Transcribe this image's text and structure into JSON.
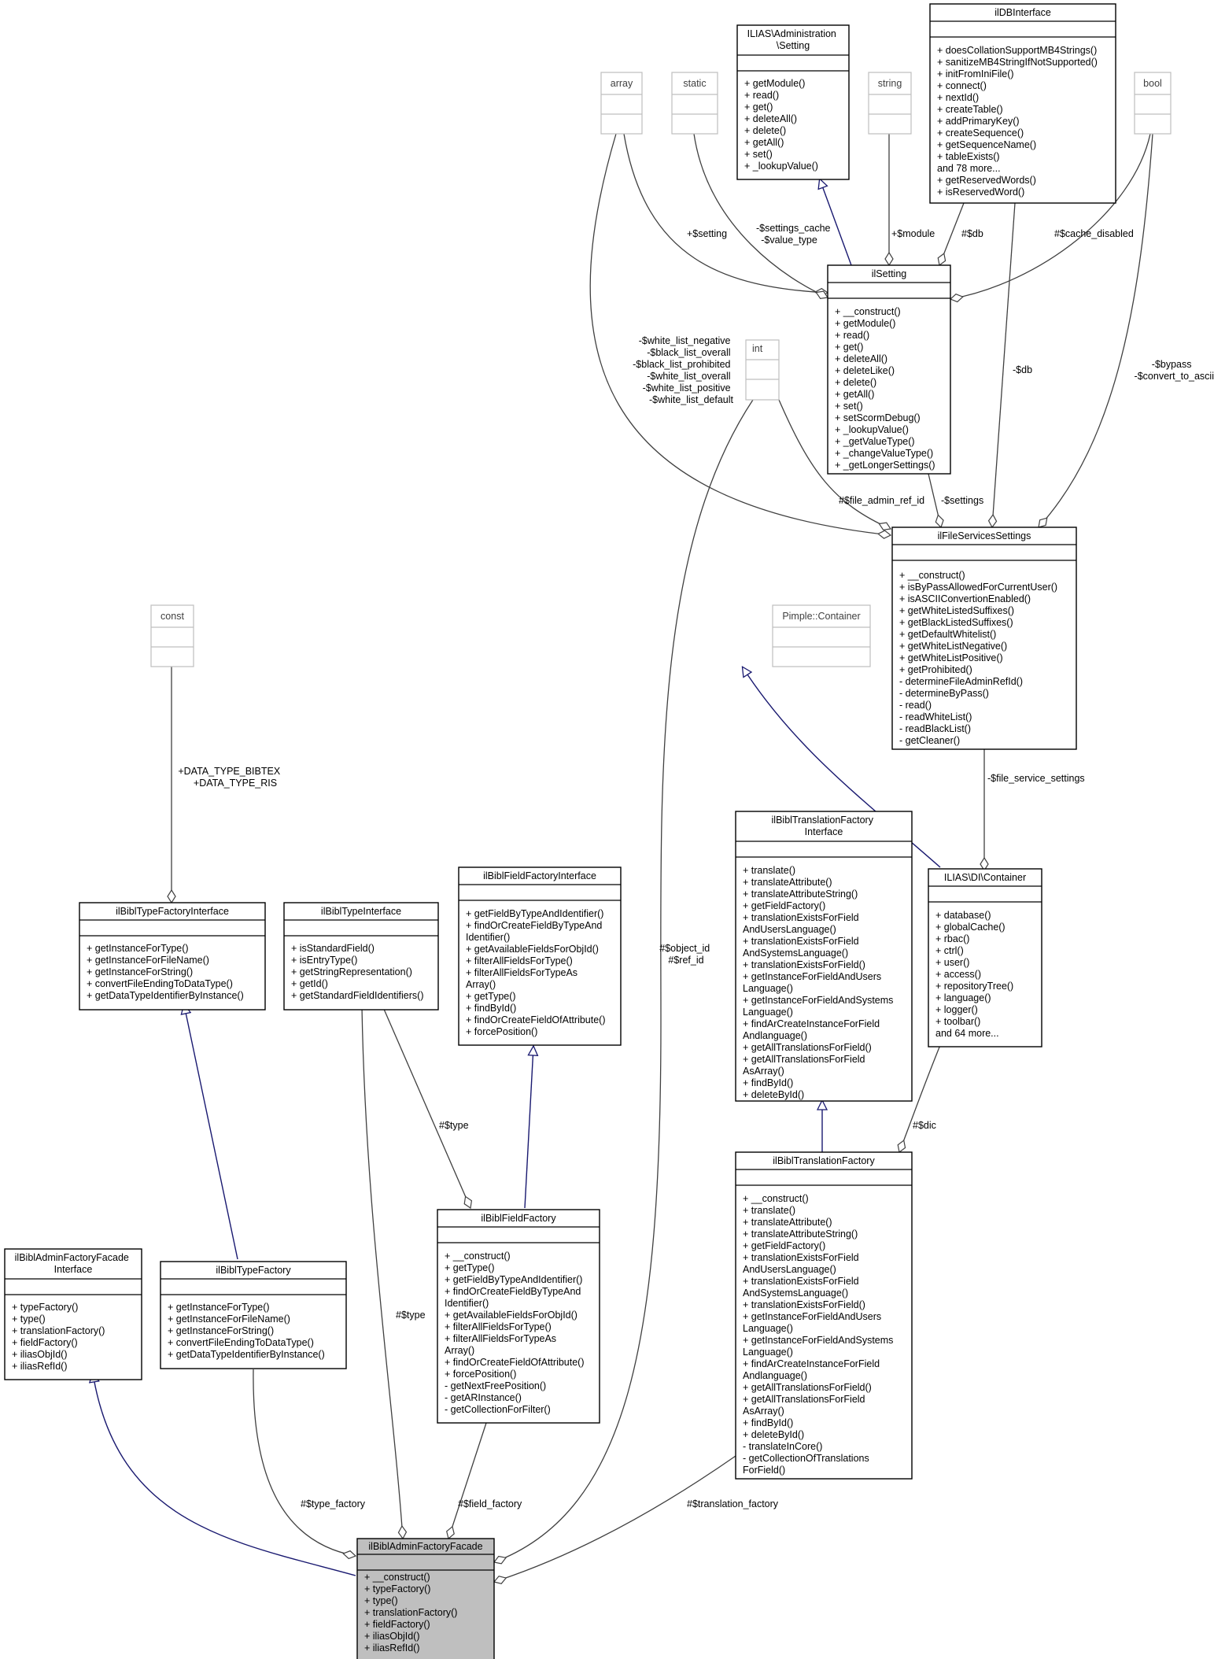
{
  "classes": {
    "facade": {
      "name": [
        "ilBiblAdminFactoryFacade"
      ],
      "attrs": [],
      "methods": [
        "+ __construct()",
        "+ typeFactory()",
        "+ type()",
        "+ translationFactory()",
        "+ fieldFactory()",
        "+ iliasObjId()",
        "+ iliasRefId()"
      ]
    },
    "facade_interface": {
      "name": [
        "ilBiblAdminFactoryFacade",
        "Interface"
      ],
      "attrs": [],
      "methods": [
        "+ typeFactory()",
        "+ type()",
        "+ translationFactory()",
        "+ fieldFactory()",
        "+ iliasObjId()",
        "+ iliasRefId()"
      ]
    },
    "type_factory": {
      "name": [
        "ilBiblTypeFactory"
      ],
      "attrs": [],
      "methods": [
        "+ getInstanceForType()",
        "+ getInstanceForFileName()",
        "+ getInstanceForString()",
        "+ convertFileEndingToDataType()",
        "+ getDataTypeIdentifierByInstance()"
      ]
    },
    "type_factory_interface": {
      "name": [
        "ilBiblTypeFactoryInterface"
      ],
      "attrs": [],
      "methods": [
        "+ getInstanceForType()",
        "+ getInstanceForFileName()",
        "+ getInstanceForString()",
        "+ convertFileEndingToDataType()",
        "+ getDataTypeIdentifierByInstance()"
      ]
    },
    "const": {
      "name": [
        "const"
      ],
      "attrs": [],
      "methods": []
    },
    "type_interface": {
      "name": [
        "ilBiblTypeInterface"
      ],
      "attrs": [],
      "methods": [
        "+ isStandardField()",
        "+ isEntryType()",
        "+ getStringRepresentation()",
        "+ getId()",
        "+ getStandardFieldIdentifiers()"
      ]
    },
    "field_factory_interface": {
      "name": [
        "ilBiblFieldFactoryInterface"
      ],
      "attrs": [],
      "methods": [
        "+ getFieldByTypeAndIdentifier()",
        "+ findOrCreateFieldByTypeAnd",
        "Identifier()",
        "+ getAvailableFieldsForObjId()",
        "+ filterAllFieldsForType()",
        "+ filterAllFieldsForTypeAs",
        "Array()",
        "+ getType()",
        "+ findById()",
        "+ findOrCreateFieldOfAttribute()",
        "+ forcePosition()"
      ]
    },
    "field_factory": {
      "name": [
        "ilBiblFieldFactory"
      ],
      "attrs": [],
      "methods": [
        "+ __construct()",
        "+ getType()",
        "+ getFieldByTypeAndIdentifier()",
        "+ findOrCreateFieldByTypeAnd",
        "Identifier()",
        "+ getAvailableFieldsForObjId()",
        "+ filterAllFieldsForType()",
        "+ filterAllFieldsForTypeAs",
        "Array()",
        "+ findOrCreateFieldOfAttribute()",
        "+ forcePosition()",
        "- getNextFreePosition()",
        "- getARInstance()",
        "- getCollectionForFilter()"
      ]
    },
    "translation_factory_interface": {
      "name": [
        "ilBiblTranslationFactory",
        "Interface"
      ],
      "attrs": [],
      "methods": [
        "+ translate()",
        "+ translateAttribute()",
        "+ translateAttributeString()",
        "+ getFieldFactory()",
        "+ translationExistsForField",
        "AndUsersLanguage()",
        "+ translationExistsForField",
        "AndSystemsLanguage()",
        "+ translationExistsForField()",
        "+ getInstanceForFieldAndUsers",
        "Language()",
        "+ getInstanceForFieldAndSystems",
        "Language()",
        "+ findArCreateInstanceForField",
        "Andlanguage()",
        "+ getAllTranslationsForField()",
        "+ getAllTranslationsForField",
        "AsArray()",
        "+ findById()",
        "+ deleteById()"
      ]
    },
    "translation_factory": {
      "name": [
        "ilBiblTranslationFactory"
      ],
      "attrs": [],
      "methods": [
        "+ __construct()",
        "+ translate()",
        "+ translateAttribute()",
        "+ translateAttributeString()",
        "+ getFieldFactory()",
        "+ translationExistsForField",
        "AndUsersLanguage()",
        "+ translationExistsForField",
        "AndSystemsLanguage()",
        "+ translationExistsForField()",
        "+ getInstanceForFieldAndUsers",
        "Language()",
        "+ getInstanceForFieldAndSystems",
        "Language()",
        "+ findArCreateInstanceForField",
        "Andlanguage()",
        "+ getAllTranslationsForField()",
        "+ getAllTranslationsForField",
        "AsArray()",
        "+ findById()",
        "+ deleteById()",
        "- translateInCore()",
        "- getCollectionOfTranslations",
        "ForField()"
      ]
    },
    "pimple": {
      "name": [
        "Pimple::Container"
      ],
      "attrs": [],
      "methods": []
    },
    "di_container": {
      "name": [
        "ILIAS\\DI\\Container"
      ],
      "attrs": [],
      "methods": [
        "+ database()",
        "+ globalCache()",
        "+ rbac()",
        "+ ctrl()",
        "+ user()",
        "+ access()",
        "+ repositoryTree()",
        "+ language()",
        "+ logger()",
        "+ toolbar()",
        "and 64 more..."
      ]
    },
    "file_services_settings": {
      "name": [
        "ilFileServicesSettings"
      ],
      "attrs": [],
      "methods": [
        "+ __construct()",
        "+ isByPassAllowedForCurrentUser()",
        "+ isASCIIConvertionEnabled()",
        "+ getWhiteListedSuffixes()",
        "+ getBlackListedSuffixes()",
        "+ getDefaultWhitelist()",
        "+ getWhiteListNegative()",
        "+ getWhiteListPositive()",
        "+ getProhibited()",
        "- determineFileAdminRefId()",
        "- determineByPass()",
        "- read()",
        "- readWhiteList()",
        "- readBlackList()",
        "- getCleaner()"
      ]
    },
    "int": {
      "name": [
        "int"
      ],
      "attrs": [],
      "methods": []
    },
    "array": {
      "name": [
        "array"
      ],
      "attrs": [],
      "methods": []
    },
    "static": {
      "name": [
        "static"
      ],
      "attrs": [],
      "methods": []
    },
    "admin_setting": {
      "name": [
        "ILIAS\\Administration",
        "\\Setting"
      ],
      "attrs": [],
      "methods": [
        "+ getModule()",
        "+ read()",
        "+ get()",
        "+ deleteAll()",
        "+ delete()",
        "+ getAll()",
        "+ set()",
        "+ _lookupValue()"
      ]
    },
    "string": {
      "name": [
        "string"
      ],
      "attrs": [],
      "methods": []
    },
    "db_interface": {
      "name": [
        "ilDBInterface"
      ],
      "attrs": [],
      "methods": [
        "+ doesCollationSupportMB4Strings()",
        "+ sanitizeMB4StringIfNotSupported()",
        "+ initFromIniFile()",
        "+ connect()",
        "+ nextId()",
        "+ createTable()",
        "+ addPrimaryKey()",
        "+ createSequence()",
        "+ getSequenceName()",
        "+ tableExists()",
        "and 78 more...",
        "+ getReservedWords()",
        "+ isReservedWord()"
      ]
    },
    "bool": {
      "name": [
        "bool"
      ],
      "attrs": [],
      "methods": []
    },
    "setting": {
      "name": [
        "ilSetting"
      ],
      "attrs": [],
      "methods": [
        "+ __construct()",
        "+ getModule()",
        "+ read()",
        "+ get()",
        "+ deleteAll()",
        "+ deleteLike()",
        "+ delete()",
        "+ getAll()",
        "+ set()",
        "+ setScormDebug()",
        "+ _lookupValue()",
        "+ _getValueType()",
        "+ _changeValueType()",
        "+ _getLongerSettings()"
      ]
    }
  },
  "edge_labels": {
    "type_factory": [
      "#$type_factory"
    ],
    "type": [
      "#$type"
    ],
    "field_factory": [
      "#$field_factory"
    ],
    "translation_factory": [
      "#$translation_factory"
    ],
    "const_vals": [
      "+DATA_TYPE_BIBTEX",
      "+DATA_TYPE_RIS"
    ],
    "field_type": [
      "#$type"
    ],
    "object_id": [
      "#$object_id",
      "#$ref_id"
    ],
    "dic": [
      "#$dic"
    ],
    "file_service_settings": [
      "-$file_service_settings"
    ],
    "file_admin_ref_id": [
      "#$file_admin_ref_id"
    ],
    "settings": [
      "-$settings"
    ],
    "white_list": [
      "-$white_list_negative",
      "-$black_list_overall",
      "-$black_list_prohibited",
      "-$white_list_overall",
      "-$white_list_positive",
      "-$white_list_default"
    ],
    "fss_db": [
      "-$db"
    ],
    "bypass": [
      "-$bypass",
      "-$convert_to_ascii"
    ],
    "setting_setting": [
      "+$setting"
    ],
    "settings_cache": [
      "-$settings_cache",
      "-$value_type"
    ],
    "module": [
      "+$module"
    ],
    "setting_db": [
      "#$db"
    ],
    "cache_disabled": [
      "#$cache_disabled"
    ]
  }
}
